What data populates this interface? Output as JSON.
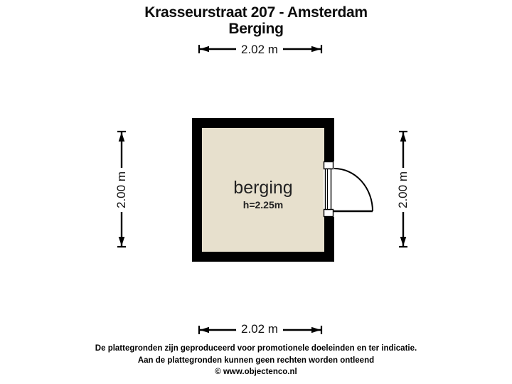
{
  "title": {
    "line1": "Krasseurstraat 207 - Amsterdam",
    "line2": "Berging"
  },
  "dimensions": {
    "top": "2.02 m",
    "bottom": "2.02 m",
    "left": "2.00 m",
    "right": "2.00 m"
  },
  "room": {
    "name": "berging",
    "ceiling_height": "h=2.25m"
  },
  "footer": {
    "line1": "De plattegronden zijn geproduceerd voor promotionele doeleinden en ter indicatie.",
    "line2": "Aan de plattegronden kunnen geen rechten worden ontleend",
    "line3": "© www.objectenco.nl"
  },
  "colors": {
    "background": "#ffffff",
    "wall": "#000000",
    "floor": "#e7e0cd",
    "line": "#000000",
    "label_pill": "#ffffff",
    "text": "#1a1a1a"
  }
}
